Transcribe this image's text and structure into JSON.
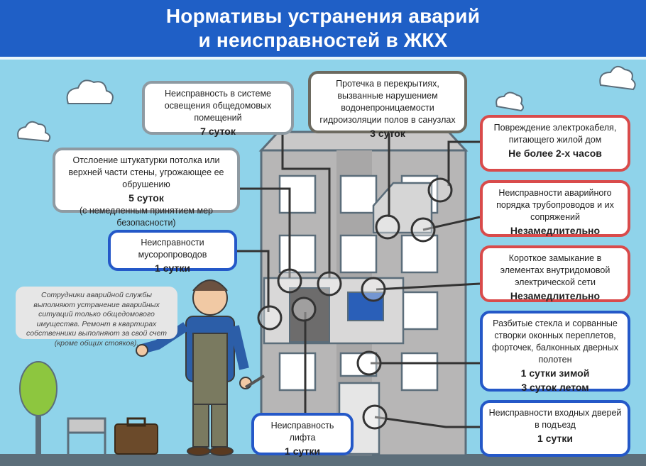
{
  "header": {
    "line1": "Нормативы устранения аварий",
    "line2": "и неисправностей в ЖКХ"
  },
  "cards": {
    "lighting": {
      "text": "Неисправность в системе освещения общедомовых помещений",
      "value": "7 суток"
    },
    "leak": {
      "text": "Протечка в перекрытиях, вызванные нарушением водонепроницаемости гидроизоляции полов в санузлах",
      "value": "3 суток"
    },
    "plaster": {
      "text": "Отслоение штукатурки потолка или верхней части стены, угрожающее ее обрушению",
      "value": "5 суток",
      "sub": "(с немедленным принятием мер безопасности)"
    },
    "cable": {
      "text": "Повреждение электрокабеля, питающего жилой дом",
      "value": "Не более 2-х часов"
    },
    "pipes": {
      "text": "Неисправности аварийного порядка трубопроводов и их сопряжений",
      "value": "Незамедлительно"
    },
    "short": {
      "text": "Короткое замыкание в элементах внутридомовой электрической сети",
      "value": "Незамедлительно"
    },
    "garbage": {
      "text": "Неисправности мусоропроводов",
      "value": "1 сутки"
    },
    "glass": {
      "text": "Разбитые стекла и сорванные створки оконных переплетов, форточек, балконных дверных полотен",
      "value": "1 сутки зимой",
      "value2": "3 суток летом"
    },
    "lift": {
      "text": "Неисправность лифта",
      "value": "1 сутки"
    },
    "doors": {
      "text": "Неисправности входных дверей в подъезд",
      "value": "1 сутки"
    }
  },
  "note": "Сотрудники аварийной службы выполняют устранение аварийных ситуаций только общедомового имущества. Ремонт в квартирах собственники выполняют за свой счет (кроме общих стояков).",
  "colors": {
    "header_bg": "#1f5fc6",
    "sky": "#8fd3ea",
    "red_border": "#d94b4b",
    "blue_border": "#2458c8",
    "gray_border": "#8e9aa2",
    "building": "#b7b6b6",
    "worker_shirt": "#2c5ea8",
    "overalls": "#7a7a60"
  },
  "icons": [
    "cloud-icon",
    "building-illustration",
    "worker-illustration",
    "briefcase-icon",
    "tree-icon",
    "bench-icon",
    "wrench-icon"
  ]
}
